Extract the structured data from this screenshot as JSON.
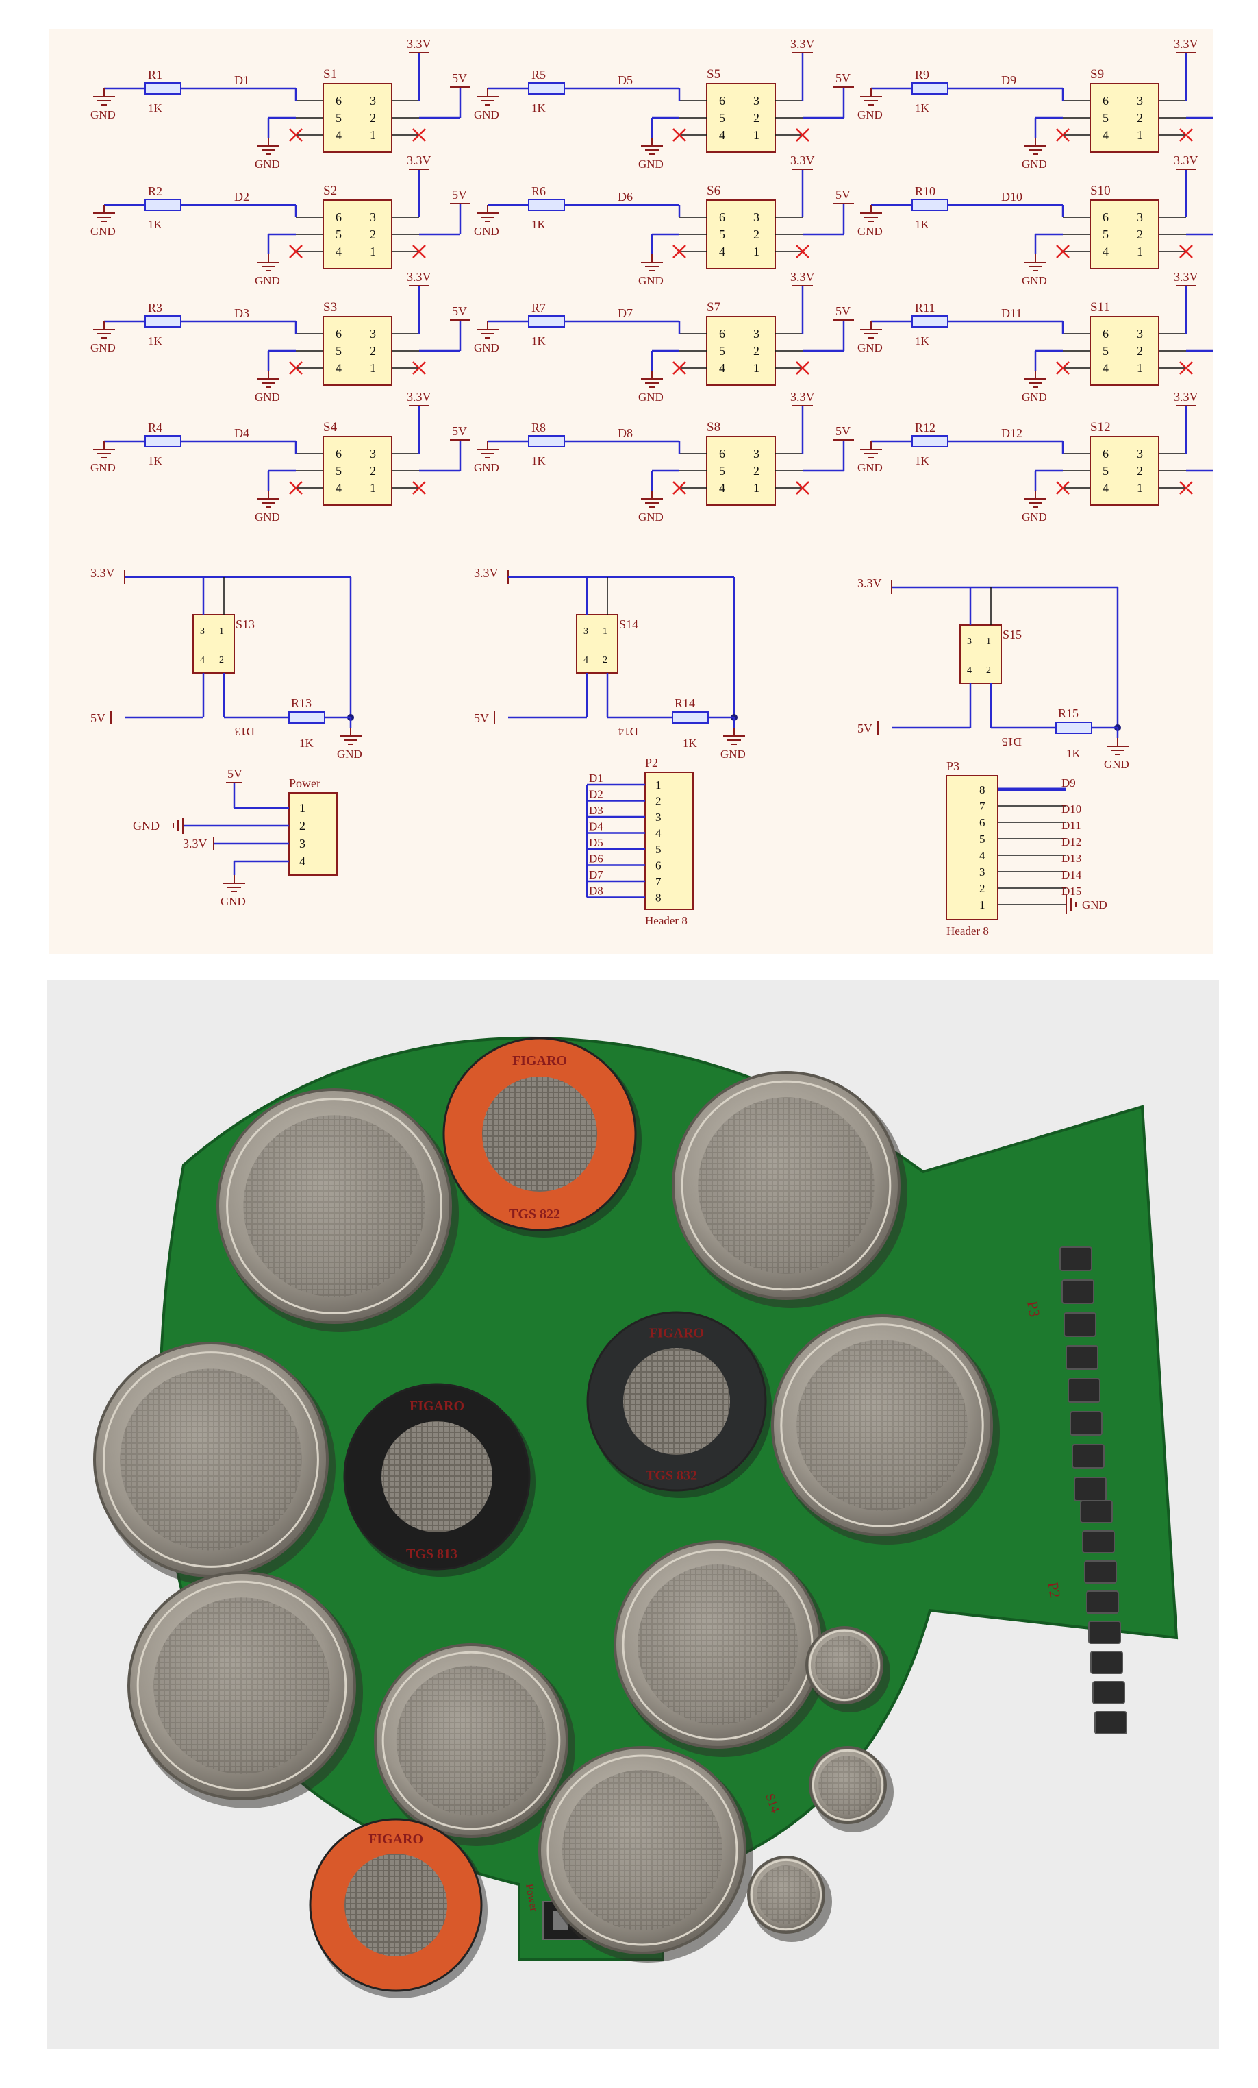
{
  "schematic": {
    "sensor_modules": [
      {
        "resistor": "R1",
        "value": "1K",
        "net": "D1",
        "sensor": "S1"
      },
      {
        "resistor": "R2",
        "value": "1K",
        "net": "D2",
        "sensor": "S2"
      },
      {
        "resistor": "R3",
        "value": "1K",
        "net": "D3",
        "sensor": "S3"
      },
      {
        "resistor": "R4",
        "value": "1K",
        "net": "D4",
        "sensor": "S4"
      },
      {
        "resistor": "R5",
        "value": "1K",
        "net": "D5",
        "sensor": "S5"
      },
      {
        "resistor": "R6",
        "value": "1K",
        "net": "D6",
        "sensor": "S6"
      },
      {
        "resistor": "R7",
        "value": "1K",
        "net": "D7",
        "sensor": "S7"
      },
      {
        "resistor": "R8",
        "value": "1K",
        "net": "D8",
        "sensor": "S8"
      },
      {
        "resistor": "R9",
        "value": "1K",
        "net": "D9",
        "sensor": "S9"
      },
      {
        "resistor": "R10",
        "value": "1K",
        "net": "D10",
        "sensor": "S10"
      },
      {
        "resistor": "R11",
        "value": "1K",
        "net": "D11",
        "sensor": "S11"
      },
      {
        "resistor": "R12",
        "value": "1K",
        "net": "D12",
        "sensor": "S12"
      }
    ],
    "sensor_pins": {
      "left": [
        "6",
        "5",
        "4"
      ],
      "right": [
        "3",
        "2",
        "1"
      ]
    },
    "rails": {
      "v33": "3.3V",
      "v5": "5V",
      "gnd": "GND"
    },
    "small_modules": [
      {
        "sensor": "S13",
        "resistor": "R13",
        "value": "1K",
        "net": "D13"
      },
      {
        "sensor": "S14",
        "resistor": "R14",
        "value": "1K",
        "net": "D14"
      },
      {
        "sensor": "S15",
        "resistor": "R15",
        "value": "1K",
        "net": "D15"
      }
    ],
    "small_pins": [
      "3",
      "1",
      "4",
      "2"
    ],
    "power": {
      "title": "Power",
      "pins": [
        "1",
        "2",
        "3",
        "4"
      ],
      "labels": [
        "5V",
        "GND",
        "3.3V",
        "GND"
      ]
    },
    "p2": {
      "ref": "P2",
      "name": "Header 8",
      "pins": [
        "1",
        "2",
        "3",
        "4",
        "5",
        "6",
        "7",
        "8"
      ],
      "nets": [
        "D1",
        "D2",
        "D3",
        "D4",
        "D5",
        "D6",
        "D7",
        "D8"
      ]
    },
    "p3": {
      "ref": "P3",
      "name": "Header 8",
      "pins": [
        "8",
        "7",
        "6",
        "5",
        "4",
        "3",
        "2",
        "1"
      ],
      "nets": [
        "D9",
        "D10",
        "D11",
        "D12",
        "D13",
        "D14",
        "D15",
        "GND"
      ]
    }
  },
  "photo": {
    "sensor_text": {
      "figaro": "FIGARO",
      "tgs822": "TGS 822",
      "tgs813": "TGS 813",
      "tgs832": "TGS 832"
    },
    "silkscreen": {
      "p3": "P3",
      "p2": "P2",
      "s14": "S14",
      "s15": "S15",
      "power": "Power"
    }
  },
  "colors": {
    "wire": "#2a2ad0",
    "component_fill": "#fff6c2",
    "component_stroke": "#8a1c1c",
    "noconnect": "#e02020",
    "pcb": "#1d7a2e",
    "figaro_orange": "#d9592a",
    "metal": "#9a958c"
  }
}
